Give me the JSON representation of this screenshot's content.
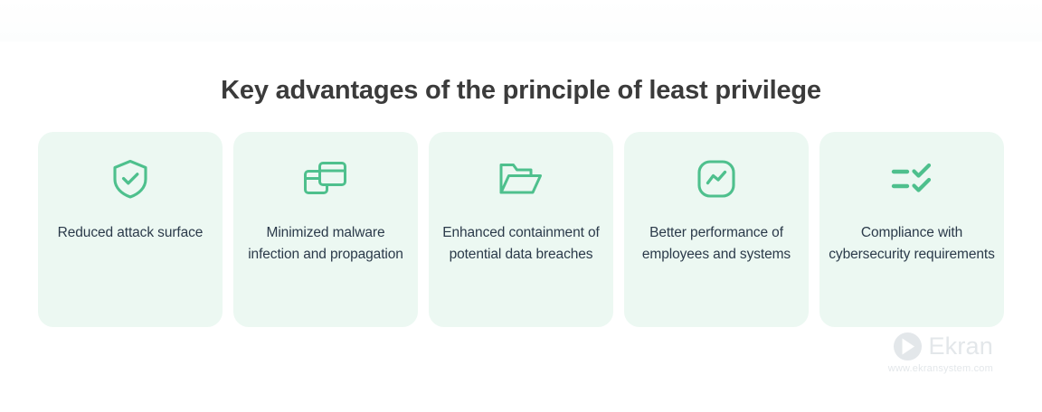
{
  "page": {
    "background_color": "#ffffff",
    "title": "Key advantages of the principle of least privilege",
    "title_color": "#3b3b3b",
    "accent_color": "#4ec08d",
    "card_background_color": "#ecf8f2",
    "card_text_color": "#2b3a4a"
  },
  "cards": [
    {
      "icon": "shield-check-icon",
      "label": "Reduced attack surface"
    },
    {
      "icon": "overlapping-windows-icon",
      "label": "Minimized malware infection and propagation"
    },
    {
      "icon": "open-folder-icon",
      "label": "Enhanced containment of potential data breaches"
    },
    {
      "icon": "activity-chart-icon",
      "label": "Better performance of employees and systems"
    },
    {
      "icon": "checklist-icon",
      "label": "Compliance with cybersecurity requirements"
    }
  ],
  "watermark": {
    "logo_icon": "ekran-chevron-logo",
    "name": "Ekran",
    "url": "www.ekransystem.com",
    "color": "#e3e7ea"
  }
}
